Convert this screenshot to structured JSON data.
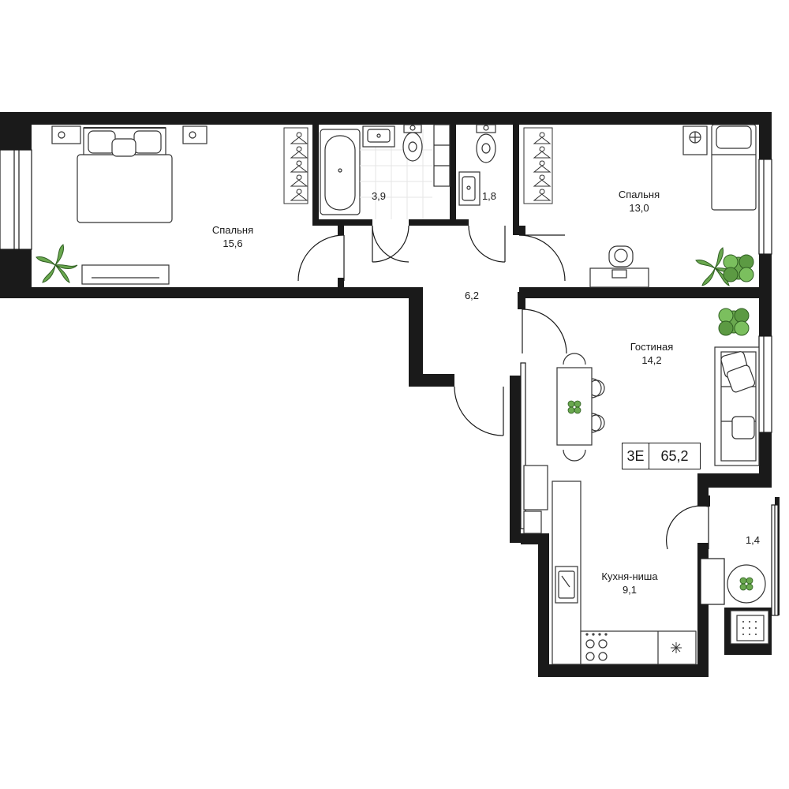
{
  "rooms": {
    "bedroom_left": {
      "name": "Спальня",
      "area": "15,6"
    },
    "bathroom": {
      "area": "3,9"
    },
    "toilet": {
      "area": "1,8"
    },
    "hallway": {
      "area": "6,2"
    },
    "bedroom_right": {
      "name": "Спальня",
      "area": "13,0"
    },
    "living": {
      "name": "Гостиная",
      "area": "14,2"
    },
    "balcony": {
      "area": "1,4"
    },
    "kitchen": {
      "name": "Кухня-ниша",
      "area": "9,1"
    }
  },
  "badge": {
    "type": "3Е",
    "total": "65,2"
  },
  "colors": {
    "wall": "#1a1a1a",
    "furniture": "#333333",
    "plant": "#6aa84f",
    "plant_dark": "#3d7a2c"
  }
}
